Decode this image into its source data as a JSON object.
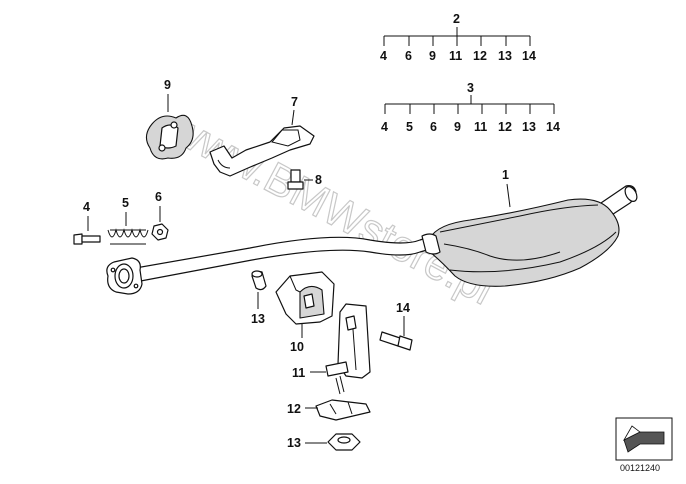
{
  "diagram": {
    "watermark": "www.BMWstore.pl",
    "reference_number": "00121240",
    "labels": {
      "part_1": "1",
      "part_9": "9",
      "part_7": "7",
      "part_8": "8",
      "part_4": "4",
      "part_5": "5",
      "part_6": "6",
      "part_13_top": "13",
      "part_10": "10",
      "part_11": "11",
      "part_14": "14",
      "part_12": "12",
      "part_13_bottom": "13"
    },
    "kit_2": {
      "label": "2",
      "items": [
        "4",
        "6",
        "9",
        "11",
        "12",
        "13",
        "14"
      ]
    },
    "kit_3": {
      "label": "3",
      "items": [
        "4",
        "5",
        "6",
        "9",
        "11",
        "12",
        "13",
        "14"
      ]
    }
  }
}
